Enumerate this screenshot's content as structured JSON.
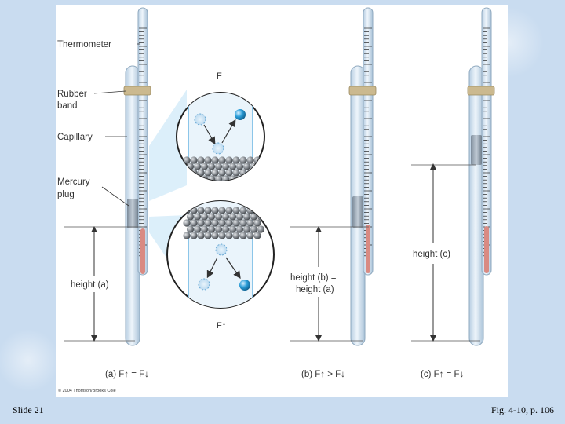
{
  "slide": {
    "number_label": "Slide 21",
    "figure_reference": "Fig. 4-10, p. 106"
  },
  "figure": {
    "labels": {
      "thermometer": "Thermometer",
      "rubber_band_line1": "Rubber",
      "rubber_band_line2": "band",
      "capillary": "Capillary",
      "mercury_plug_line1": "Mercury",
      "mercury_plug_line2": "plug",
      "height_a": "height (a)",
      "height_b_line1": "height (b) =",
      "height_b_line2": "height (a)",
      "height_c": "height (c)",
      "force_top": "F",
      "force_bottom": "F↑"
    },
    "captions": {
      "a": "(a) F↑ = F↓",
      "b": "(b) F↑ > F↓",
      "c": "(c) F↑ = F↓"
    },
    "copyright": "© 2004 Thomson/Brooks Cole"
  },
  "colors": {
    "tube": "#d6e6f3",
    "tube_outline": "#8fa9bf",
    "mercury_plug": "#9aa9b8",
    "red_liquid": "#d98a82",
    "rubber_band": "#cbb98f",
    "zoom_highlight": "#bfe1f5",
    "bead_blue": "#2b9ed9",
    "bead_gray": "#7f8489"
  }
}
